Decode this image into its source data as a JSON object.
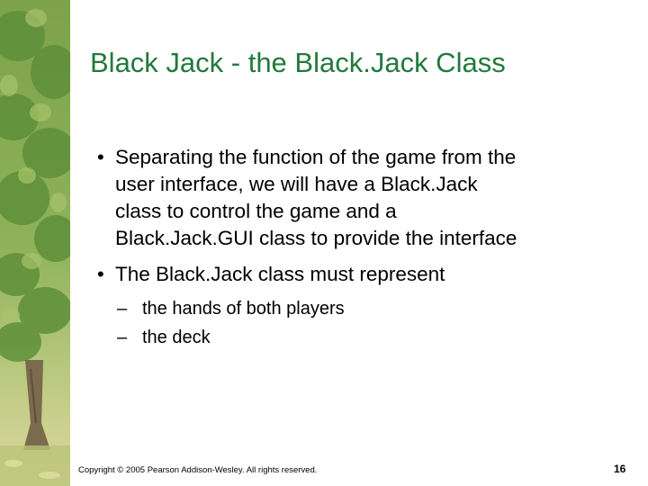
{
  "slide": {
    "title": "Black Jack - the Black.Jack Class",
    "bullets": [
      {
        "lines": [
          "Separating the function of the game from the",
          "user interface, we will have a Black.Jack",
          "class to control the game and a",
          "Black.Jack.GUI class to provide the interface"
        ]
      },
      {
        "lines": [
          "The Black.Jack class must represent"
        ]
      }
    ],
    "sub_bullets": [
      "the hands of both players",
      "the deck"
    ],
    "bullet_marker": "•",
    "dash_marker": "–",
    "footer": "Copyright © 2005 Pearson Addison-Wesley. All rights reserved.",
    "page_number": "16"
  },
  "colors": {
    "title": "#217a3c",
    "foliage": "#5f8f3a",
    "trunk": "#7a6a4e"
  }
}
